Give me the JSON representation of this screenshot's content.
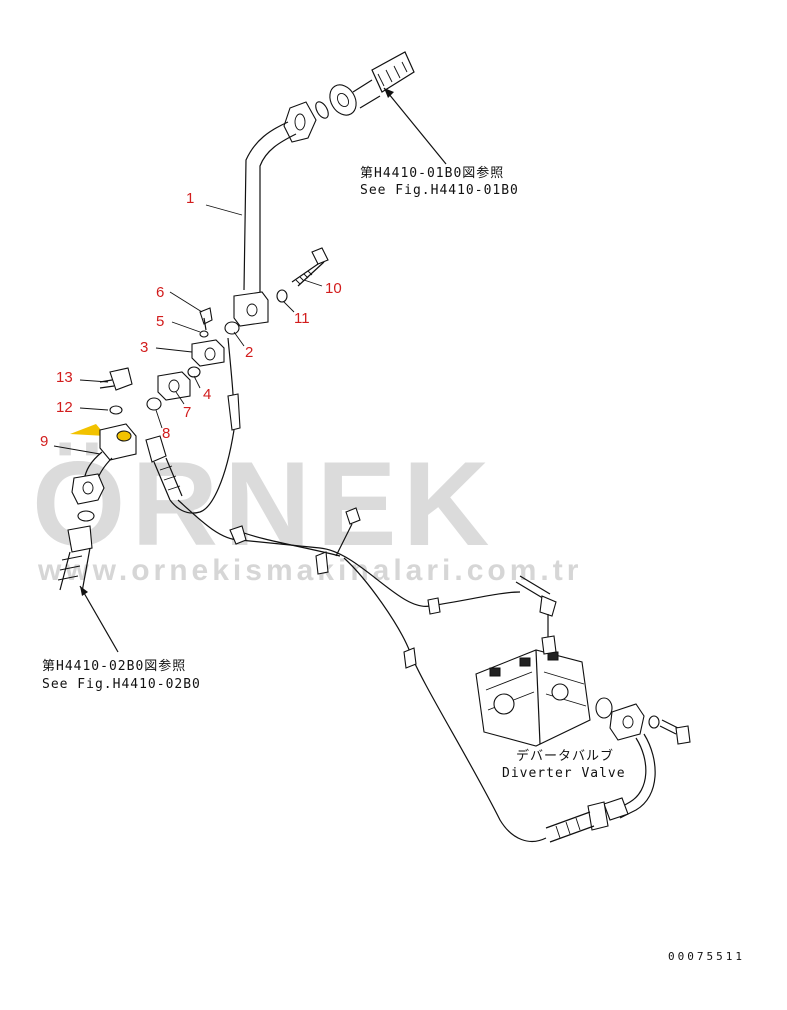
{
  "callouts": [
    {
      "label": "1"
    },
    {
      "label": "2"
    },
    {
      "label": "3"
    },
    {
      "label": "4"
    },
    {
      "label": "5"
    },
    {
      "label": "6"
    },
    {
      "label": "7"
    },
    {
      "label": "8"
    },
    {
      "label": "9"
    },
    {
      "label": "10"
    },
    {
      "label": "11"
    },
    {
      "label": "12"
    },
    {
      "label": "13"
    }
  ],
  "references": {
    "top": {
      "jp": "第H4410-01B0図参照",
      "en": "See Fig.H4410-01B0"
    },
    "bottom": {
      "jp": "第H4410-02B0図参照",
      "en": "See Fig.H4410-02B0"
    }
  },
  "valve": {
    "jp": "デバータバルブ",
    "en": "Diverter Valve"
  },
  "watermark": {
    "brand": "ÖRNEK",
    "url": "www.ornekismakinalari.com.tr"
  },
  "drawing_number": "00075511",
  "colors": {
    "callout": "#d21d1d",
    "highlight": "#f2c200",
    "watermark": "#cfcfcf"
  }
}
